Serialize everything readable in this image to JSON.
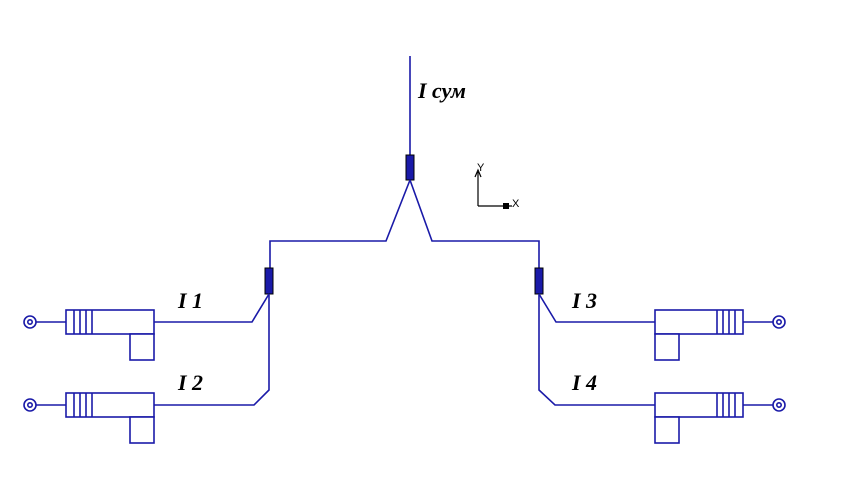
{
  "labels": {
    "total": "I сум",
    "branch1": "I 1",
    "branch2": "I 2",
    "branch3": "I 3",
    "branch4": "I 4"
  },
  "axes": {
    "y": "Y",
    "x": "X"
  },
  "colors": {
    "wire": "#1a1aa8",
    "text": "#000000"
  }
}
